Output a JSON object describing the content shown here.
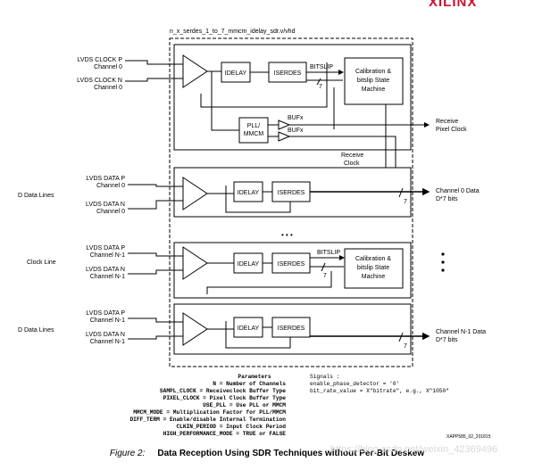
{
  "logo": "XILINX",
  "title": "n_x_serdes_1_to_7_mmcm_idelay_sdr.v/vhd",
  "inputs": {
    "clock_p": [
      "LVDS CLOCK P",
      "Channel 0"
    ],
    "clock_n": [
      "LVDS CLOCK N",
      "Channel 0"
    ],
    "data0_p": [
      "LVDS DATA P",
      "Channel 0"
    ],
    "data0_n": [
      "LVDS DATA N",
      "Channel 0"
    ],
    "clkN_p": [
      "LVDS DATA P",
      "Channel N-1"
    ],
    "clkN_n": [
      "LVDS DATA N",
      "Channel N-1"
    ],
    "dataN_p": [
      "LVDS DATA P",
      "Channel N-1"
    ],
    "dataN_n": [
      "LVDS DATA N",
      "Channel N-1"
    ]
  },
  "groups": {
    "d_lines_1": "D Data Lines",
    "clock_line": "Clock Line",
    "d_lines_2": "D Data Lines"
  },
  "blocks": {
    "idelay": "IDELAY",
    "iserdes": "ISERDES",
    "bitslip": "BITSLIP",
    "pll": [
      "PLL/",
      "MMCM"
    ],
    "bufx": "BUFx",
    "cal": [
      "Calibration &",
      "bitslip State",
      "Machine"
    ]
  },
  "bus_width": "7",
  "outputs": {
    "receive_pixel_clock": [
      "Receive",
      "Pixel Clock"
    ],
    "receive_clock": [
      "Receive",
      "Clock"
    ],
    "channel0": [
      "Channel 0 Data",
      "D*7 bits"
    ],
    "channelN": [
      "Channel N-1 Data",
      "D*7 bits"
    ]
  },
  "ellipsis": "• • •",
  "parameters": {
    "heading": "Parameters",
    "lines": [
      "N = Number of Channels",
      "SAMPL_CLOCK = Receiveclock Buffer Type",
      "PIXEL_CLOCK = Pixel Clock Buffer Type",
      "USE_PLL = Use PLL or MMCM",
      "MMCM_MODE = Multiplication Factor for PLL/MMCM",
      "DIFF_TERM = Enable/disable Internal Termination",
      "CLKIN_PERIOD = Input Clock Period",
      "HIGH_PERFORMANCE_MODE = TRUE or FALSE"
    ]
  },
  "signals": {
    "heading": "Signals :",
    "lines": [
      "enable_phase_detector = '0'",
      "bit_rate_value = X\"bitrate\", e.g., X\"1050\""
    ]
  },
  "figure_id": "XAPP585_02_201815",
  "caption": {
    "label": "Figure 2:",
    "text": "Data Reception Using SDR Techniques without Per-Bit Deskew"
  },
  "watermark": "https://blog.csdn.net/weixin_42369496"
}
